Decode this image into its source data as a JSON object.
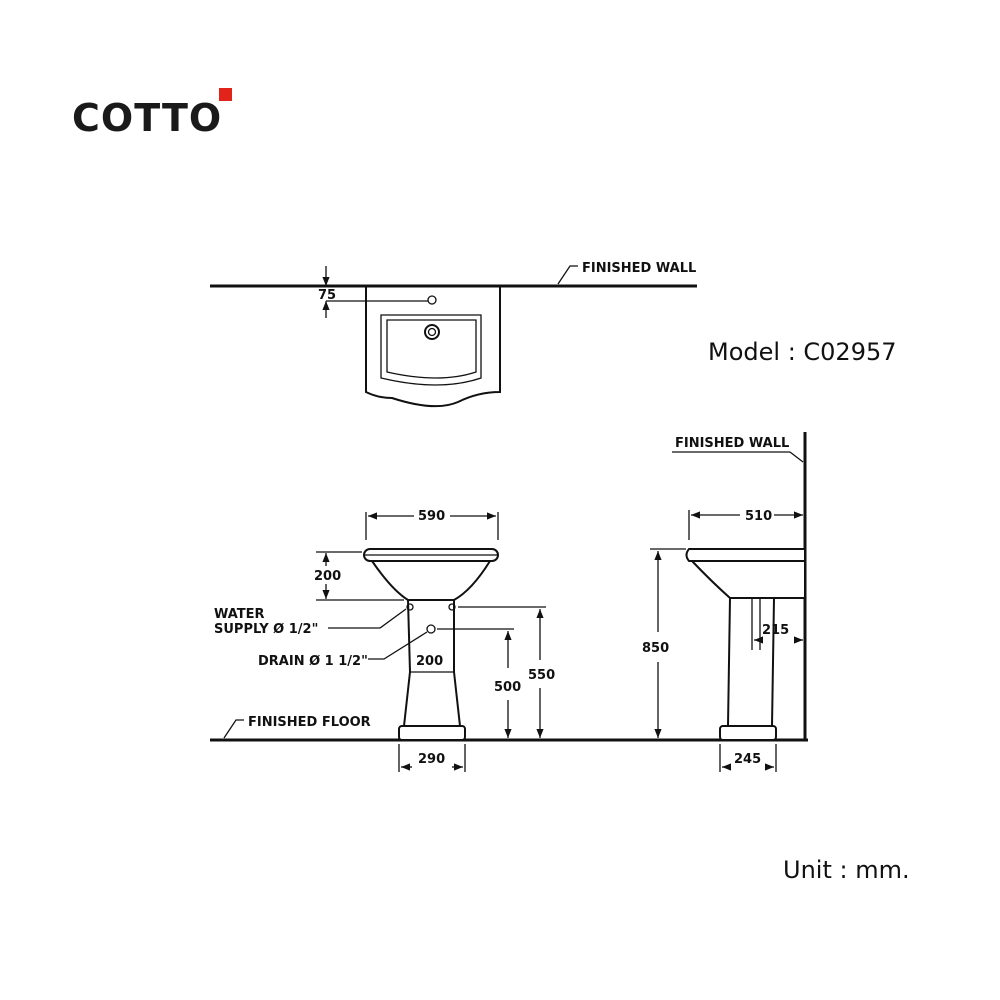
{
  "brand": {
    "name": "COTTO",
    "accent_color": "#e2231a"
  },
  "model": {
    "label": "Model : C02957"
  },
  "unit": {
    "label": "Unit : mm."
  },
  "top_view": {
    "wall_label": "FINISHED WALL",
    "dim_tap_offset": "75"
  },
  "front_view": {
    "dim_width": "590",
    "dim_bowl_height": "200",
    "water_supply_line1": "WATER",
    "water_supply_line2": "SUPPLY Ø 1/2\"",
    "drain_label": "DRAIN Ø 1 1/2\"",
    "dim_pipe_spacing": "200",
    "dim_drain_height": "500",
    "dim_supply_height": "550",
    "dim_pedestal_base": "290",
    "floor_label": "FINISHED FLOOR"
  },
  "side_view": {
    "wall_label": "FINISHED WALL",
    "dim_depth": "510",
    "dim_overall_height": "850",
    "dim_wall_offset": "215",
    "dim_pedestal_base": "245"
  }
}
